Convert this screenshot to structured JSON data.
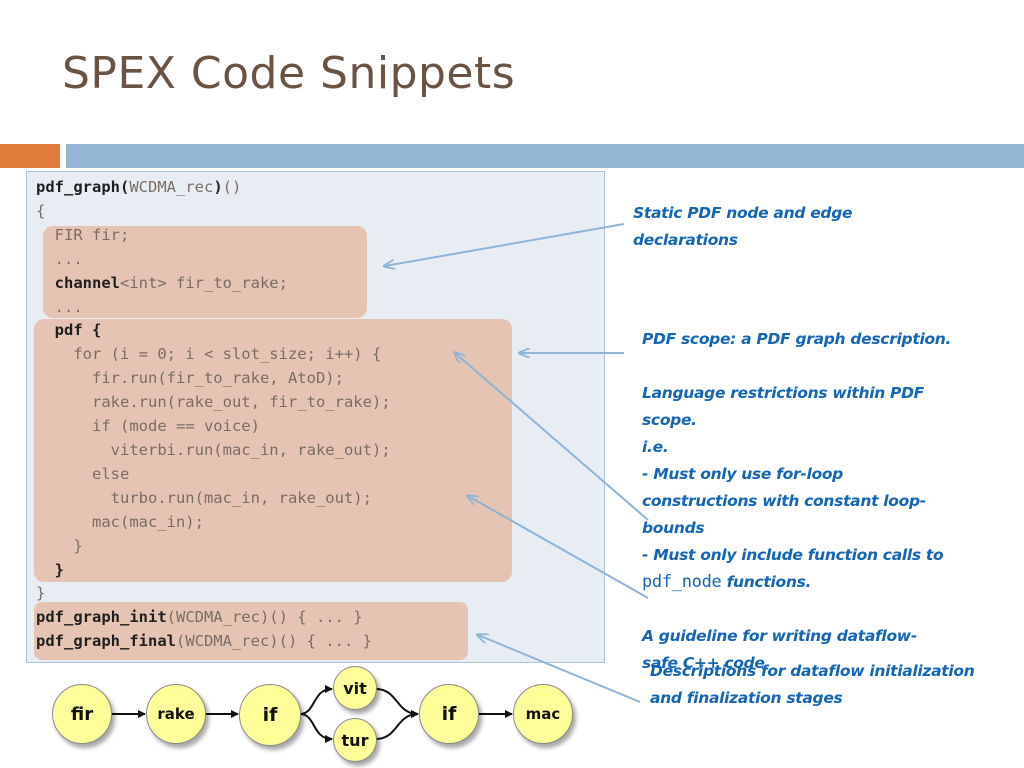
{
  "slide": {
    "title": "SPEX Code Snippets"
  },
  "code": {
    "lines": [
      [
        {
          "t": "pdf_graph(",
          "b": true
        },
        {
          "t": "WCDMA_rec"
        },
        {
          "t": ")",
          "b": true
        },
        {
          "t": "()"
        }
      ],
      [
        {
          "t": "{"
        }
      ],
      [
        {
          "t": "  FIR fir;"
        }
      ],
      [
        {
          "t": "  ..."
        }
      ],
      [
        {
          "t": "  "
        },
        {
          "t": "channel",
          "b": true
        },
        {
          "t": "<int> fir_to_rake;"
        }
      ],
      [
        {
          "t": "  ..."
        }
      ],
      [
        {
          "t": "  "
        },
        {
          "t": "pdf {",
          "b": true
        }
      ],
      [
        {
          "t": "    for (i = 0; i < slot_size; i++) {"
        }
      ],
      [
        {
          "t": "      fir.run(fir_to_rake, AtoD);"
        }
      ],
      [
        {
          "t": "      rake.run(rake_out, fir_to_rake);"
        }
      ],
      [
        {
          "t": "      if (mode == voice)"
        }
      ],
      [
        {
          "t": "        viterbi.run(mac_in, rake_out);"
        }
      ],
      [
        {
          "t": "      else"
        }
      ],
      [
        {
          "t": "        turbo.run(mac_in, rake_out);"
        }
      ],
      [
        {
          "t": "      mac(mac_in);"
        }
      ],
      [
        {
          "t": "    }"
        }
      ],
      [
        {
          "t": "  "
        },
        {
          "t": "}",
          "b": true
        }
      ],
      [
        {
          "t": "}"
        }
      ],
      [
        {
          "t": "pdf_graph_init",
          "b": true
        },
        {
          "t": "(WCDMA_rec)() { ... }"
        }
      ],
      [
        {
          "t": "pdf_graph_final",
          "b": true
        },
        {
          "t": "(WCDMA_rec)() { ... }"
        }
      ]
    ]
  },
  "annotations": {
    "static_decl": [
      "Static PDF node and edge",
      "declarations"
    ],
    "pdf_scope": {
      "lines": [
        "PDF scope: a PDF graph description.",
        "",
        "Language restrictions within PDF",
        "scope.",
        "i.e.",
        "- Must only use for-loop",
        "constructions with constant loop-",
        "bounds",
        "- Must only include function calls to"
      ],
      "mono_part": "pdf_node",
      "mono_suffix": " functions.",
      "guideline_1": "A guideline for writing dataflow-",
      "guideline_2": "safe C++ code"
    },
    "init_final": [
      "Descriptions for dataflow initialization",
      "and finalization stages"
    ]
  },
  "graph_nodes": {
    "fir": "fir",
    "rake": "rake",
    "if1": "if",
    "vit": "vit",
    "tur": "tur",
    "if2": "if",
    "mac": "mac"
  },
  "colors": {
    "title": "#6b5344",
    "accent_orange": "#e07b3c",
    "accent_blue": "#94b6d2",
    "annotation_text": "#1565b5",
    "arrow": "#8fb4d6",
    "highlight": "#e5c4b4",
    "node_fill": "#ffff99"
  }
}
